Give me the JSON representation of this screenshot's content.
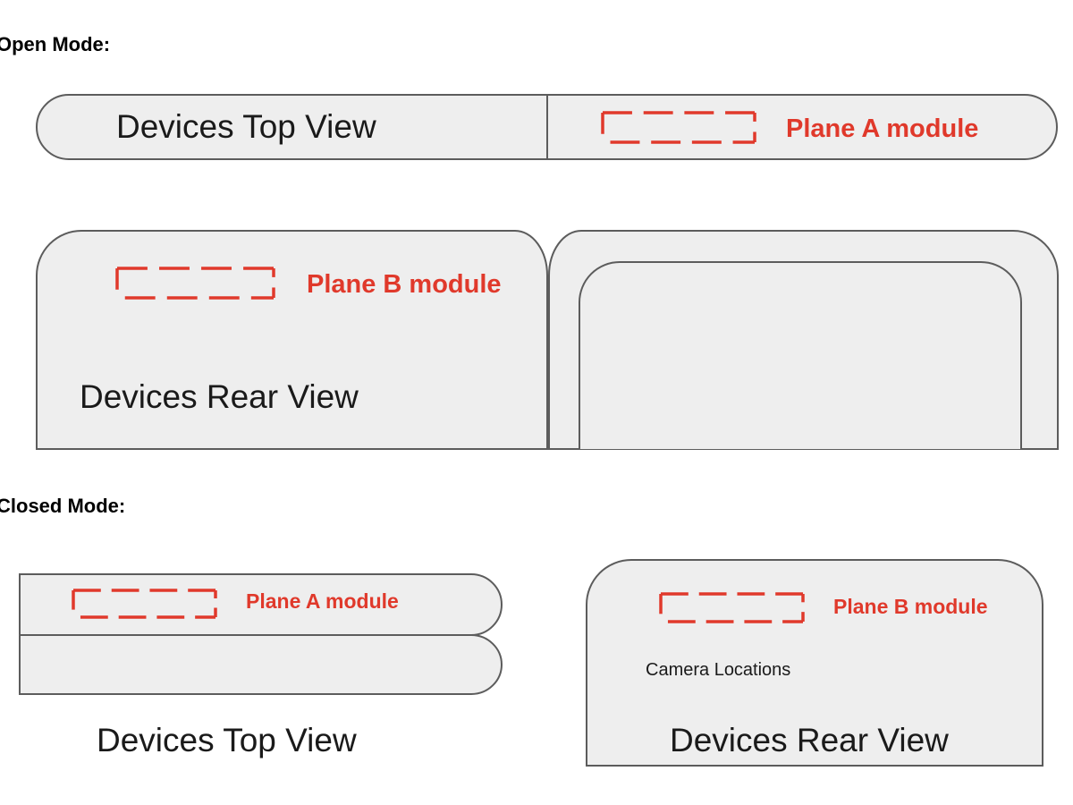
{
  "colors": {
    "device_fill": "#eeeeee",
    "device_outline": "#5c5c5c",
    "module_accent": "#e0392b",
    "text": "#1a1a1a"
  },
  "open_mode": {
    "heading": "Open Mode:",
    "top_view": {
      "label": "Devices Top View",
      "module_label": "Plane A module"
    },
    "rear_view": {
      "label": "Devices Rear View",
      "module_label": "Plane B module"
    }
  },
  "closed_mode": {
    "heading": "Closed Mode:",
    "top_view": {
      "label": "Devices Top View",
      "module_label": "Plane A module"
    },
    "rear_view": {
      "label": "Devices Rear View",
      "module_label": "Plane B module",
      "note": "Camera Locations"
    }
  }
}
